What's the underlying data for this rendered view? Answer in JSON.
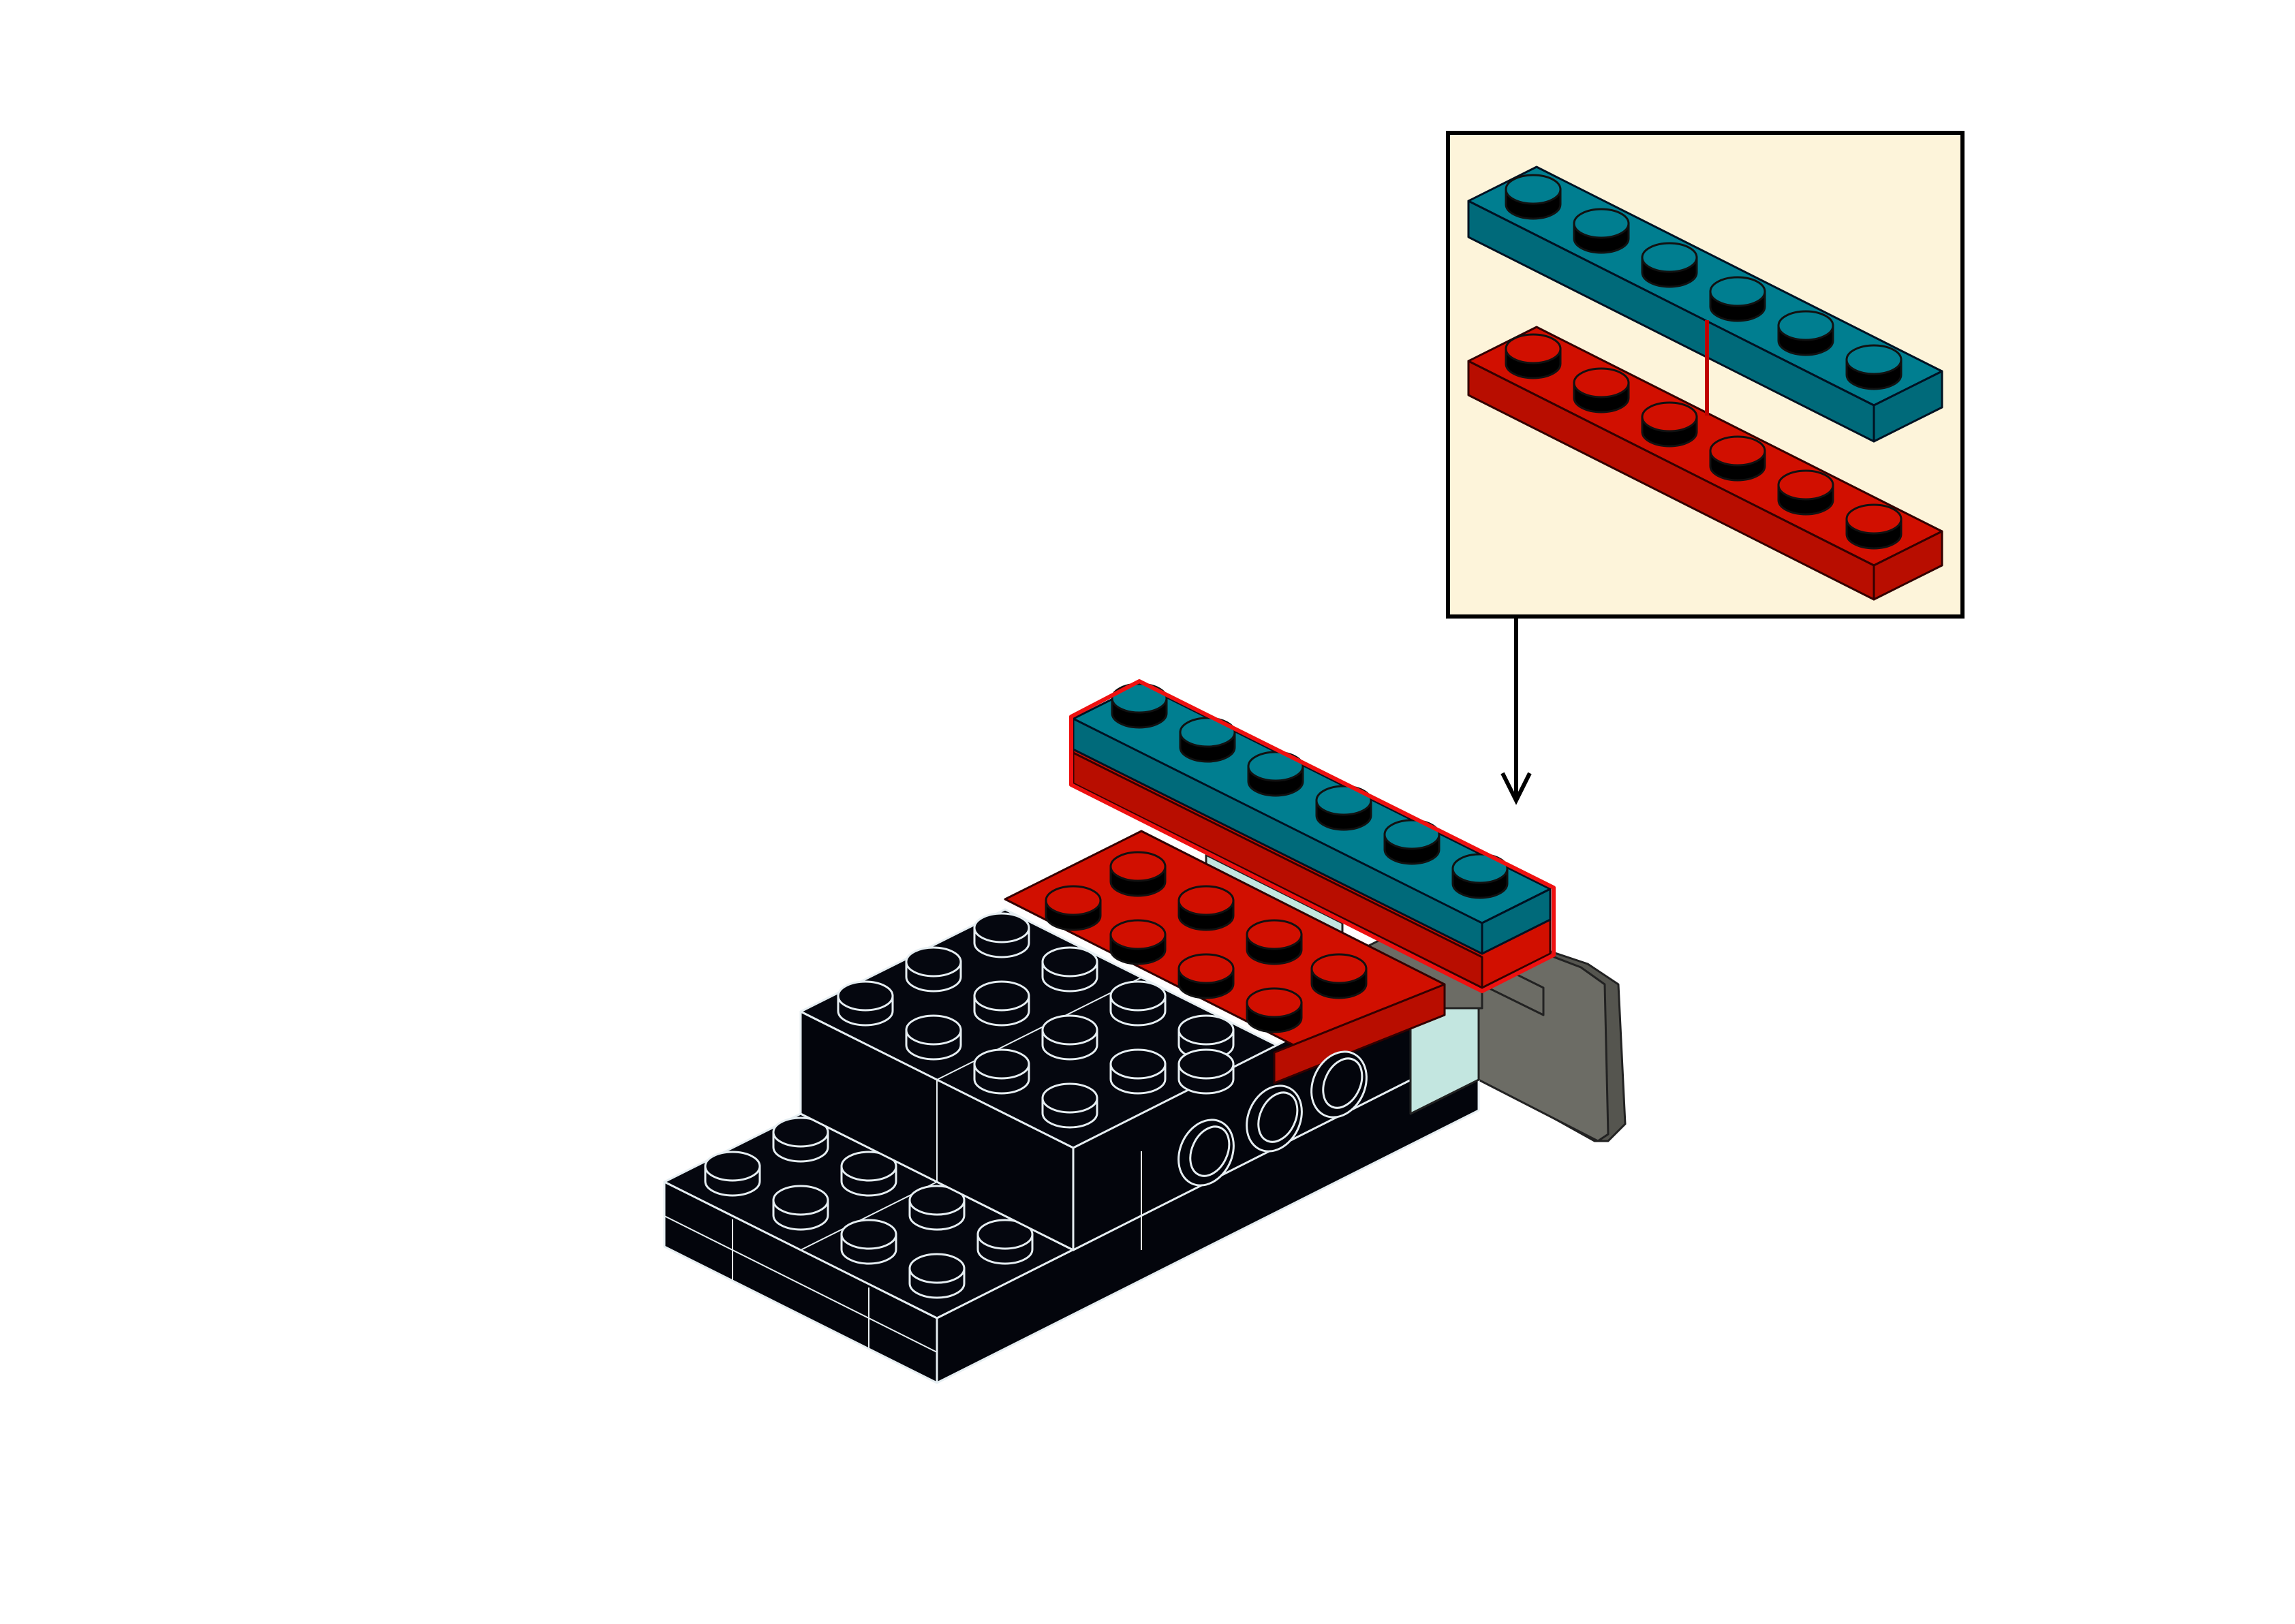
{
  "colors": {
    "background": "#ffffff",
    "callout_fill": "#fdf4da",
    "callout_border": "#000000",
    "black_top": "#05070f",
    "black_side": "#03050c",
    "black_edge": "#e6eef2",
    "red_top": "#d10f00",
    "red_side": "#b80d00",
    "teal_top": "#007e90",
    "teal_side": "#006a7a",
    "gray_panel": "#6c6c65",
    "gray_panel_side": "#55554f",
    "light_panel": "#c3e6e0",
    "highlight_outline": "#ee1111",
    "arrow": "#000000"
  },
  "step": {
    "callout": {
      "parts": [
        {
          "name": "teal-1x6-plate",
          "color": "teal",
          "studs": 6
        },
        {
          "name": "red-1x6-plate",
          "color": "red",
          "studs": 6
        }
      ],
      "action": "stack-teal-on-red"
    },
    "model": {
      "black_base_studs": 28,
      "red_plate_studs": 8,
      "technic_holes": 3,
      "new_part_highlighted": "teal-red-1x6-stack"
    },
    "arrow_direction": "down"
  }
}
